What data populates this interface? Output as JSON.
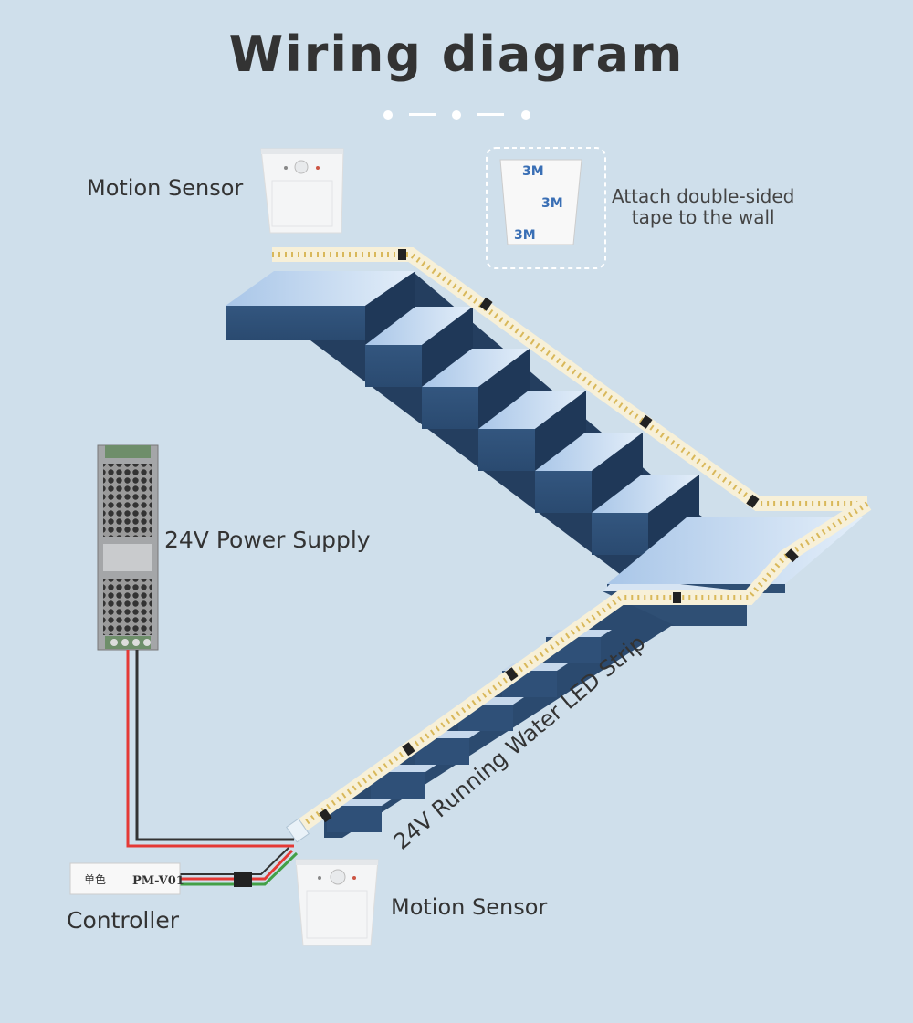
{
  "title": "Wiring diagram",
  "labels": {
    "motion_sensor_top": "Motion Sensor",
    "tape_line1": "Attach double-sided",
    "tape_line2": "tape to the wall",
    "power_supply": "24V Power Supply",
    "controller": "Controller",
    "motion_sensor_bottom": "Motion Sensor",
    "led_strip": "24V Running Water LED Strip"
  },
  "controller_box": {
    "left_text": "单色",
    "model": "PM-V01"
  },
  "tape_logos": [
    "3M",
    "3M",
    "3M"
  ],
  "colors": {
    "background": "#cfdfeb",
    "stair_top": "#bcd3ec",
    "stair_front": "#2f4f74",
    "stair_side": "#243e5f",
    "led_strip": "#fbf6e6",
    "wire_red": "#e53935",
    "wire_black": "#333333",
    "wire_green": "#43a047"
  }
}
